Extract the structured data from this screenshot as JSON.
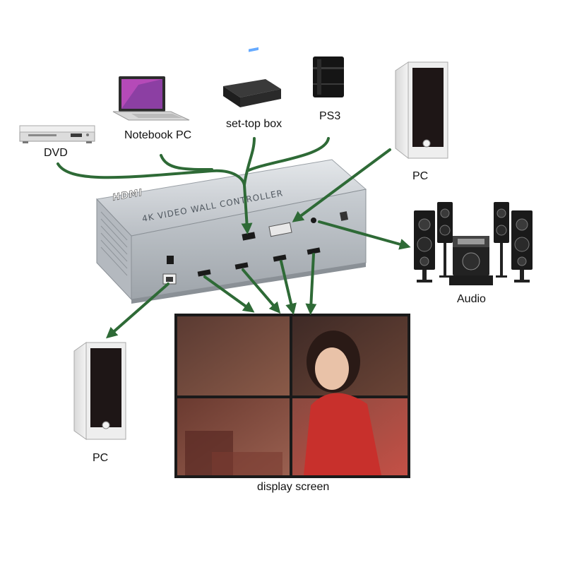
{
  "device": {
    "brand": "HDMI",
    "title": "4K VIDEO WALL CONTROLLER"
  },
  "sources": {
    "dvd": "DVD",
    "notebook": "Notebook PC",
    "set_top_box": "set-top box",
    "ps3": "PS3",
    "pc_input": "PC"
  },
  "outputs": {
    "audio": "Audio",
    "pc_output": "PC",
    "display": "display screen"
  },
  "colors": {
    "connection_arrow": "#2e6a36",
    "device_body": "#c8cdd2",
    "background": "#ffffff"
  }
}
